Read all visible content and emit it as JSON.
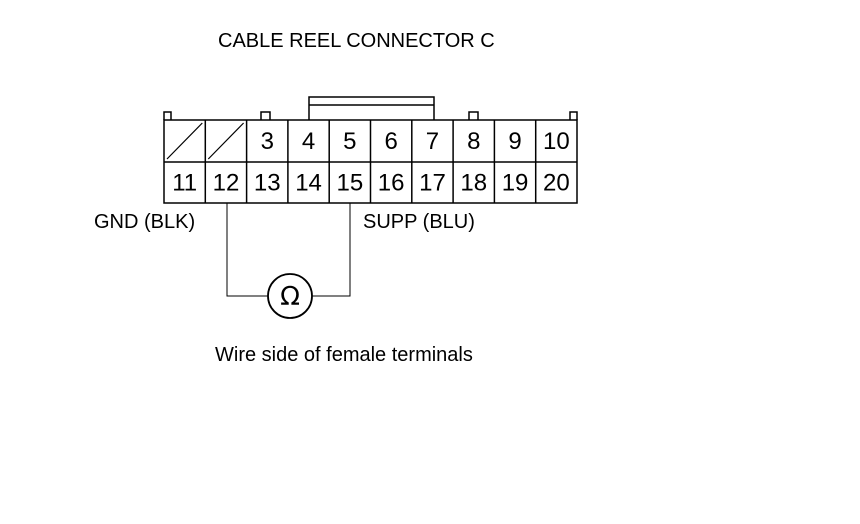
{
  "title": "CABLE REEL CONNECTOR C",
  "connector": {
    "top_row": [
      "",
      "",
      "3",
      "4",
      "5",
      "6",
      "7",
      "8",
      "9",
      "10"
    ],
    "bottom_row": [
      "11",
      "12",
      "13",
      "14",
      "15",
      "16",
      "17",
      "18",
      "19",
      "20"
    ]
  },
  "probes": {
    "left_label": "GND (BLK)",
    "right_label": "SUPP (BLU)",
    "meter_symbol": "Ω",
    "meter_icon": "ohmmeter-icon"
  },
  "caption": "Wire side of female terminals"
}
